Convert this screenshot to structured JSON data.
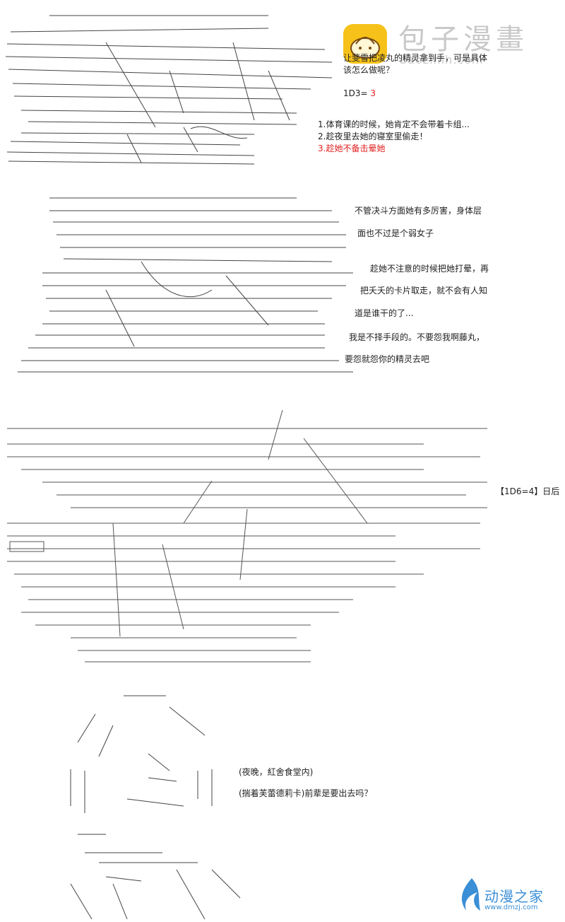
{
  "watermark": {
    "title": "包子漫畫",
    "url": "baozimh.com"
  },
  "panel1": {
    "lines": [
      "让斐雪把凌丸的精灵拿到手，可是具体",
      "该怎么做呢？"
    ],
    "dice": {
      "label": "1D3=",
      "value": "3"
    },
    "options": [
      "1.体育课的时候，她肯定不会带着卡组...",
      "2.趁夜里去她的寝室里偷走！",
      "3.趁她不备击晕她"
    ]
  },
  "panel2": {
    "lines": [
      "不管决斗方面她有多厉害，身体层",
      "面也不过是个弱女子",
      "趁她不注意的时候把她打晕，再",
      "把夭夭的卡片取走，就不会有人知",
      "道是谁干的了...",
      "我是不择手段的。不要怨我啊藤丸，",
      "要怨就怨你的精灵去吧"
    ]
  },
  "panel3": {
    "dice_tag": "【1D6=4】日后"
  },
  "panel4": {
    "lines": [
      "(夜晚，紅舍食堂内)",
      "(揣着芙蕾德莉卡)前辈是要出去吗？"
    ]
  },
  "footer_logo": {
    "title": "动漫之家",
    "url": "www.dmzj.com"
  },
  "colors": {
    "accent_red": "#e02020",
    "logo_yellow": "#f6c21a",
    "footer_blue": "#3a8fd6"
  }
}
